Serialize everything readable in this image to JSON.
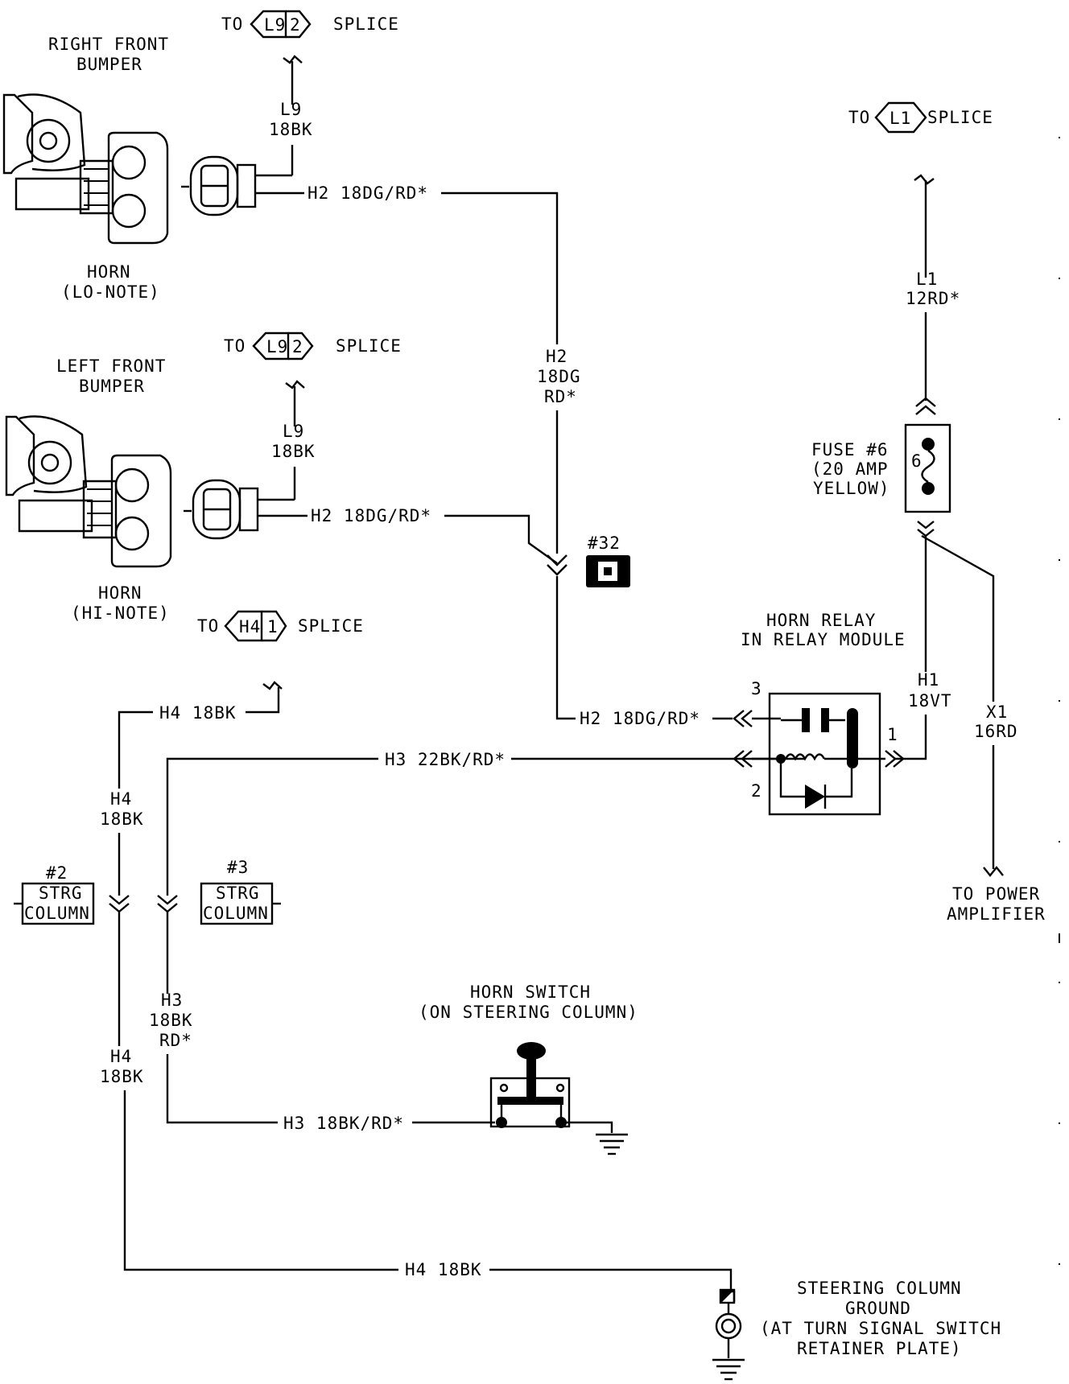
{
  "splices": {
    "l9_top": {
      "prefix": "TO",
      "id": "L9",
      "pin": "2",
      "suffix": "SPLICE"
    },
    "l9_mid": {
      "prefix": "TO",
      "id": "L9",
      "pin": "2",
      "suffix": "SPLICE"
    },
    "h4": {
      "prefix": "TO",
      "id": "H4",
      "pin": "1",
      "suffix": "SPLICE"
    },
    "l1": {
      "prefix": "TO",
      "id": "L1",
      "suffix": "SPLICE"
    }
  },
  "components": {
    "horn_lo": {
      "location_line1": "RIGHT FRONT",
      "location_line2": "BUMPER",
      "name_line1": "HORN",
      "name_line2": "(LO-NOTE)"
    },
    "horn_hi": {
      "location_line1": "LEFT FRONT",
      "location_line2": "BUMPER",
      "name_line1": "HORN",
      "name_line2": "(HI-NOTE)"
    },
    "fuse": {
      "line1": "FUSE #6",
      "line2": "(20 AMP",
      "line3": "YELLOW)",
      "number": "6"
    },
    "relay": {
      "line1": "HORN RELAY",
      "line2": "IN RELAY MODULE",
      "pin1": "1",
      "pin2": "2",
      "pin3": "3"
    },
    "horn_switch": {
      "line1": "HORN SWITCH",
      "line2": "(ON STEERING COLUMN)"
    },
    "ground": {
      "line1": "STEERING COLUMN",
      "line2": "GROUND",
      "line3": "(AT TURN SIGNAL SWITCH",
      "line4": "RETAINER PLATE)"
    },
    "power_amp": {
      "line1": "TO POWER",
      "line2": "AMPLIFIER"
    },
    "connector32": {
      "label": "#32"
    },
    "strg2": {
      "num": "#2",
      "line1": "STRG",
      "line2": "COLUMN"
    },
    "strg3": {
      "num": "#3",
      "line1": "STRG",
      "line2": "COLUMN"
    }
  },
  "wires": {
    "l9_top_a": "L9",
    "l9_top_b": "18BK",
    "l9_mid_a": "L9",
    "l9_mid_b": "18BK",
    "h2_top": "H2 18DG/RD*",
    "h2_mid": "H2 18DG/RD*",
    "h2_vert_a": "H2",
    "h2_vert_b": "18DG",
    "h2_vert_c": "RD*",
    "h2_relay": "H2 18DG/RD*",
    "l1_a": "L1",
    "l1_b": "12RD*",
    "h1_a": "H1",
    "h1_b": "18VT",
    "x1_a": "X1",
    "x1_b": "16RD",
    "h4_top": "H4 18BK",
    "h3_top": "H3 22BK/RD*",
    "h4_vert1_a": "H4",
    "h4_vert1_b": "18BK",
    "h3_vert_a": "H3",
    "h3_vert_b": "18BK",
    "h3_vert_c": "RD*",
    "h4_vert2_a": "H4",
    "h4_vert2_b": "18BK",
    "h3_bottom": "H3 18BK/RD*",
    "h4_bottom": "H4 18BK"
  }
}
